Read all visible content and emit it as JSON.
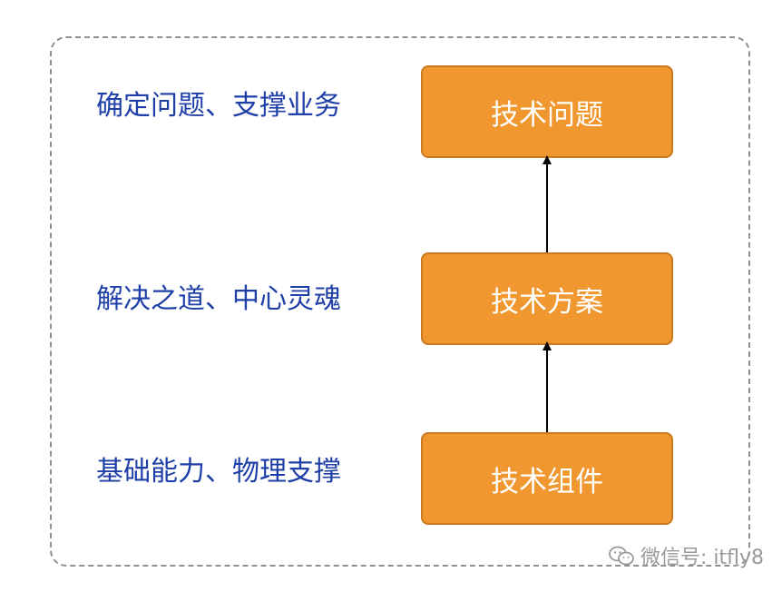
{
  "labels": {
    "top": "确定问题、支撑业务",
    "middle": "解决之道、中心灵魂",
    "bottom": "基础能力、物理支撑"
  },
  "boxes": {
    "top": "技术问题",
    "middle": "技术方案",
    "bottom": "技术组件"
  },
  "watermark": {
    "text": "微信号: itfly8",
    "icon": "wechat-icon"
  },
  "colors": {
    "box_fill": "#f0972f",
    "label_text": "#1f3fa8"
  }
}
